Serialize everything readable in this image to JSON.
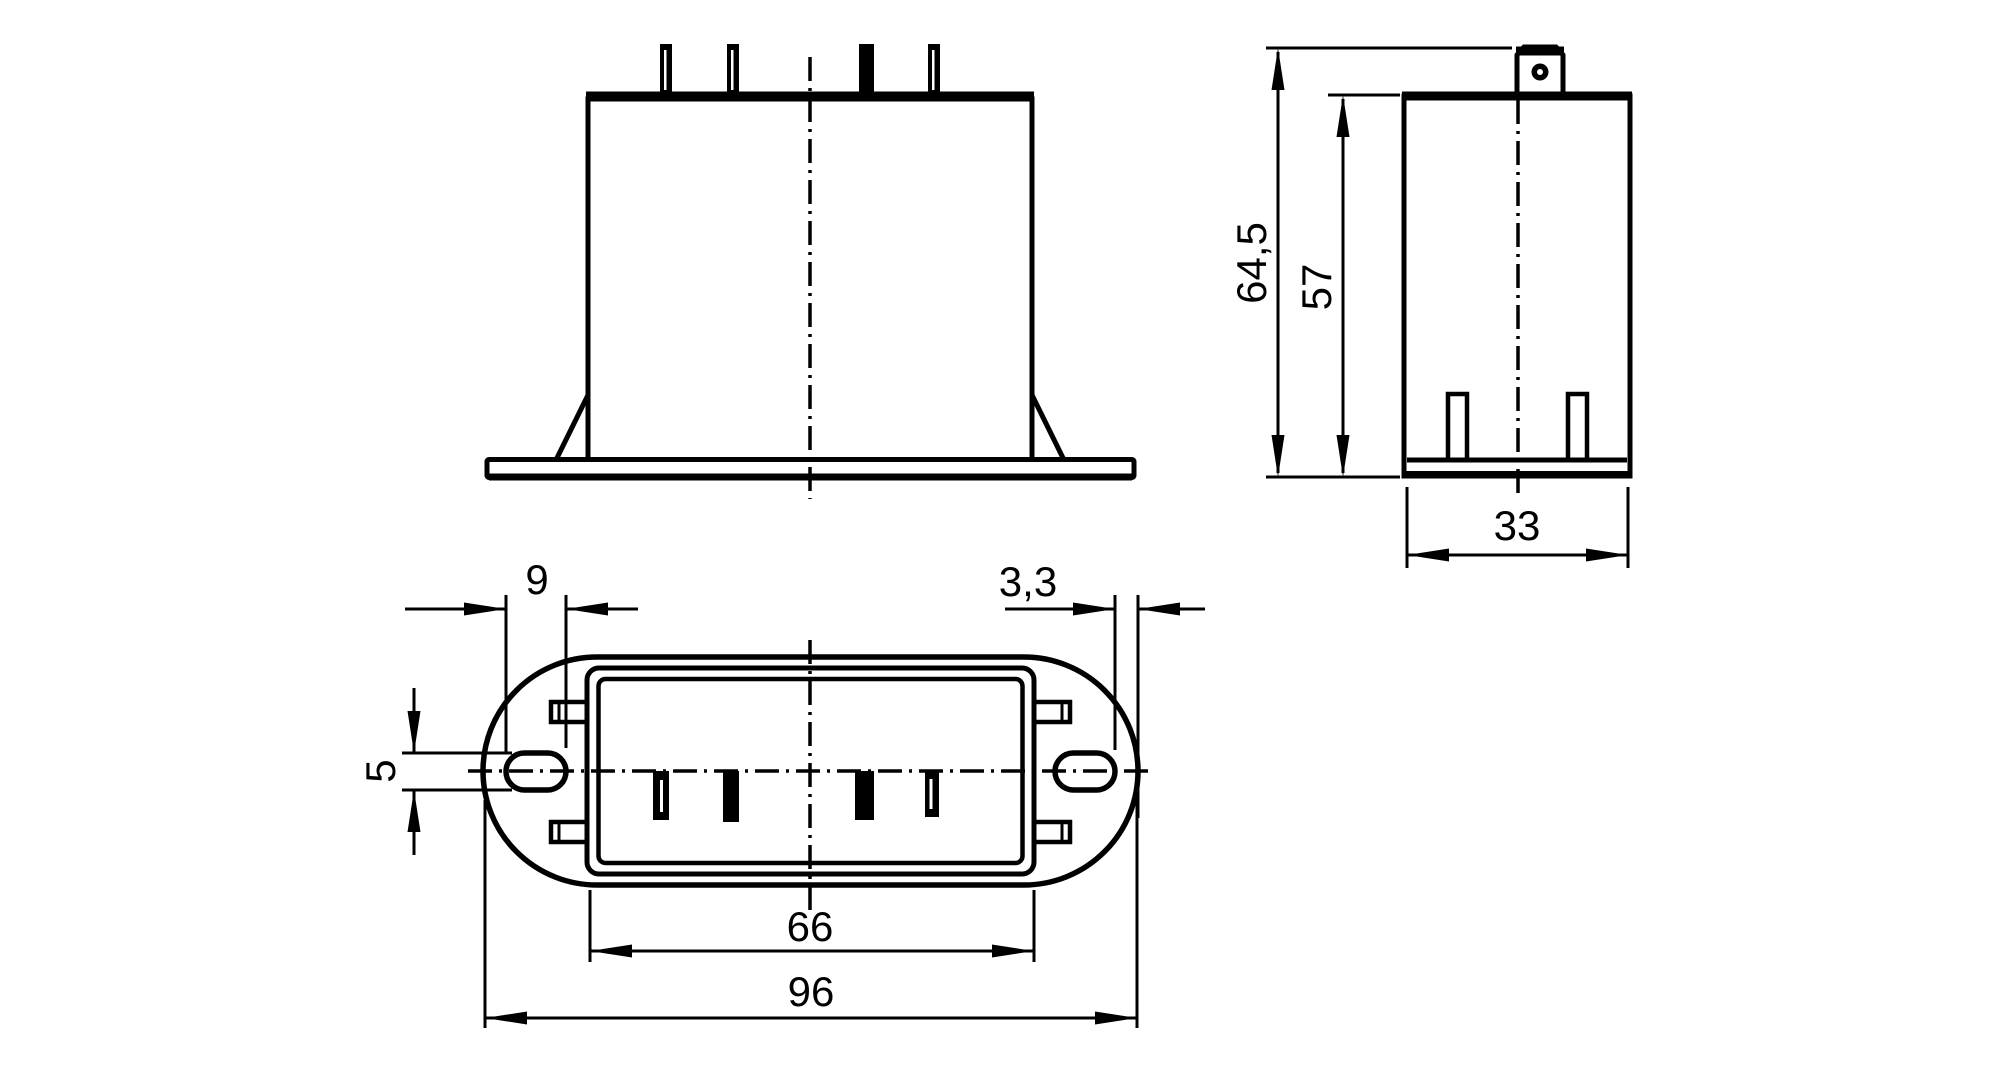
{
  "drawing": {
    "type": "technical-dimension-drawing",
    "views": {
      "front": "front-view-with-mounting-flange",
      "side": "side-view-with-tab",
      "bottom": "bottom-view-with-mounting-slots"
    },
    "dimensions": {
      "overall_height": "64,5",
      "case_height": "57",
      "depth": "33",
      "slot_length": "9",
      "slot_edge_offset": "3,3",
      "slot_width": "5",
      "case_width": "66",
      "overall_width": "96"
    },
    "colors": {
      "line": "#000000",
      "background": "#ffffff"
    }
  }
}
